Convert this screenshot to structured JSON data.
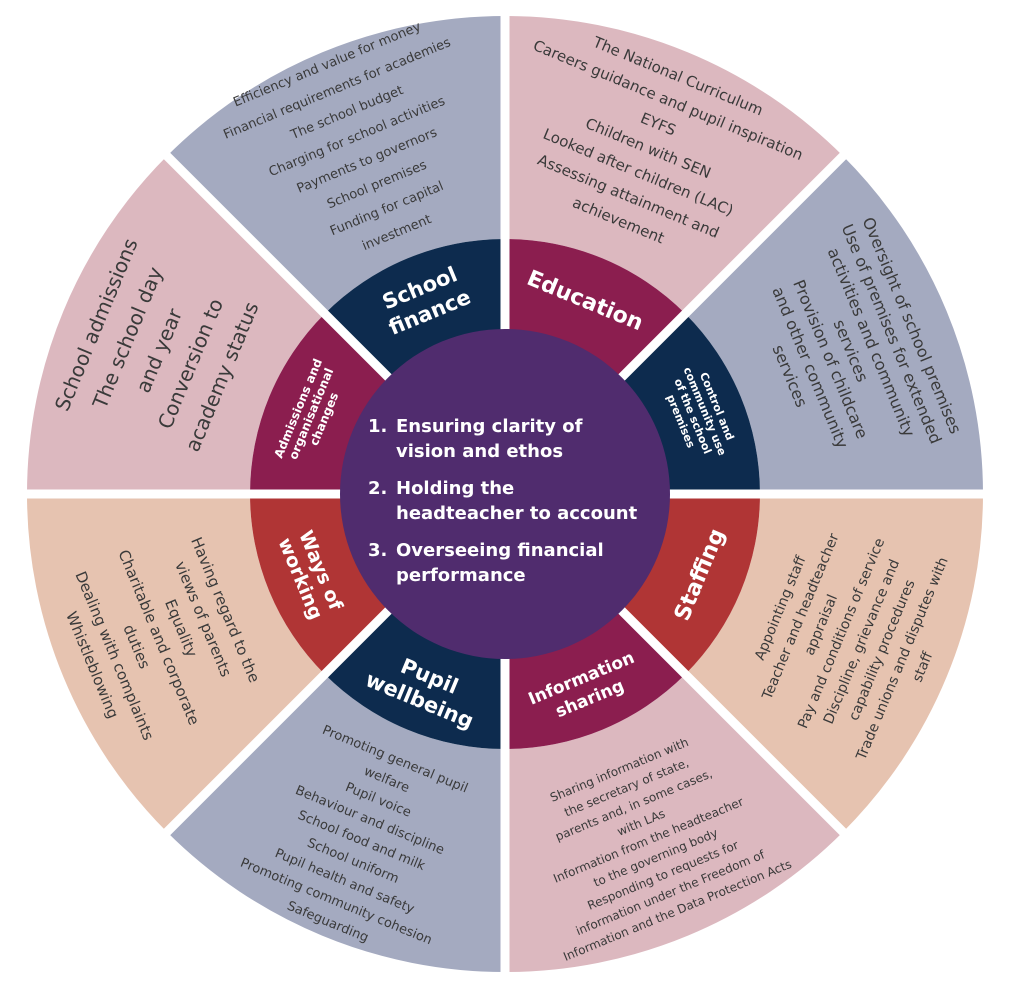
{
  "center": {
    "items": [
      {
        "num": "1.",
        "lines": [
          "Ensuring clarity of",
          "vision and ethos"
        ]
      },
      {
        "num": "2.",
        "lines": [
          "Holding the",
          "headteacher to account"
        ]
      },
      {
        "num": "3.",
        "lines": [
          "Overseeing financial",
          "performance"
        ]
      }
    ],
    "color": "#502c6e"
  },
  "sectors": [
    {
      "id": "school-finance",
      "title_lines": [
        "School",
        "finance"
      ],
      "inner_color": "#0d2b4e",
      "outer_color": "#a4aac0",
      "items": [
        "Efficiency and value for money",
        "Financial requirements for academies",
        "The school budget",
        "Charging for school activities",
        "Payments to governors",
        "School premises",
        "Funding for capital",
        "investment"
      ]
    },
    {
      "id": "education",
      "title_lines": [
        "Education"
      ],
      "inner_color": "#8b1e4f",
      "outer_color": "#dcb8bf",
      "items": [
        "The National Curriculum",
        "Careers guidance and pupil inspiration",
        "EYFS",
        "Children with SEN",
        "Looked after children (LAC)",
        "Assessing attainment and",
        "achievement"
      ]
    },
    {
      "id": "control-community-use",
      "title_lines": [
        "Control and",
        "community use",
        "of the school",
        "premises"
      ],
      "inner_color": "#0d2b4e",
      "outer_color": "#a4aac0",
      "items": [
        "Oversight of school premises",
        "Use of premises for extended",
        "activities and community",
        "services",
        "Provision of childcare",
        "and other community",
        "services"
      ]
    },
    {
      "id": "staffing",
      "title_lines": [
        "Staffing"
      ],
      "inner_color": "#b03535",
      "outer_color": "#e6c3b0",
      "items": [
        "Appointing staff",
        "Teacher and headteacher",
        "appraisal",
        "Pay and conditions of service",
        "Discipline, grievance and",
        "capability procedures",
        "Trade unions and disputes with",
        "staff"
      ]
    },
    {
      "id": "information-sharing",
      "title_lines": [
        "Information",
        "sharing"
      ],
      "inner_color": "#8b1e4f",
      "outer_color": "#dcb8bf",
      "items": [
        "Sharing information with",
        "the secretary of state,",
        "parents and, in some cases,",
        "with LAs",
        "Information from the headteacher",
        "to the governing body",
        "Responding to requests for",
        "information under the Freedom of",
        "Information and the Data Protection Acts"
      ]
    },
    {
      "id": "pupil-wellbeing",
      "title_lines": [
        "Pupil",
        "wellbeing"
      ],
      "inner_color": "#0d2b4e",
      "outer_color": "#a4aac0",
      "items": [
        "Promoting general pupil",
        "welfare",
        "Pupil voice",
        "Behaviour and discipline",
        "School food and milk",
        "School uniform",
        "Pupil health and safety",
        "Promoting community cohesion",
        "Safeguarding"
      ]
    },
    {
      "id": "ways-of-working",
      "title_lines": [
        "Ways of",
        "working"
      ],
      "inner_color": "#b03535",
      "outer_color": "#e6c3b0",
      "items": [
        "Having regard to the",
        "views of parents",
        "Equality",
        "Charitable and corporate",
        "duties",
        "Dealing with complaints",
        "Whistleblowing"
      ]
    },
    {
      "id": "admissions-organisational",
      "title_lines": [
        "Admissions and",
        "organisational",
        "changes"
      ],
      "inner_color": "#8b1e4f",
      "outer_color": "#dcb8bf",
      "items": [
        "School admissions",
        "The school day",
        "and year",
        "Conversion to",
        "academy status"
      ]
    }
  ]
}
